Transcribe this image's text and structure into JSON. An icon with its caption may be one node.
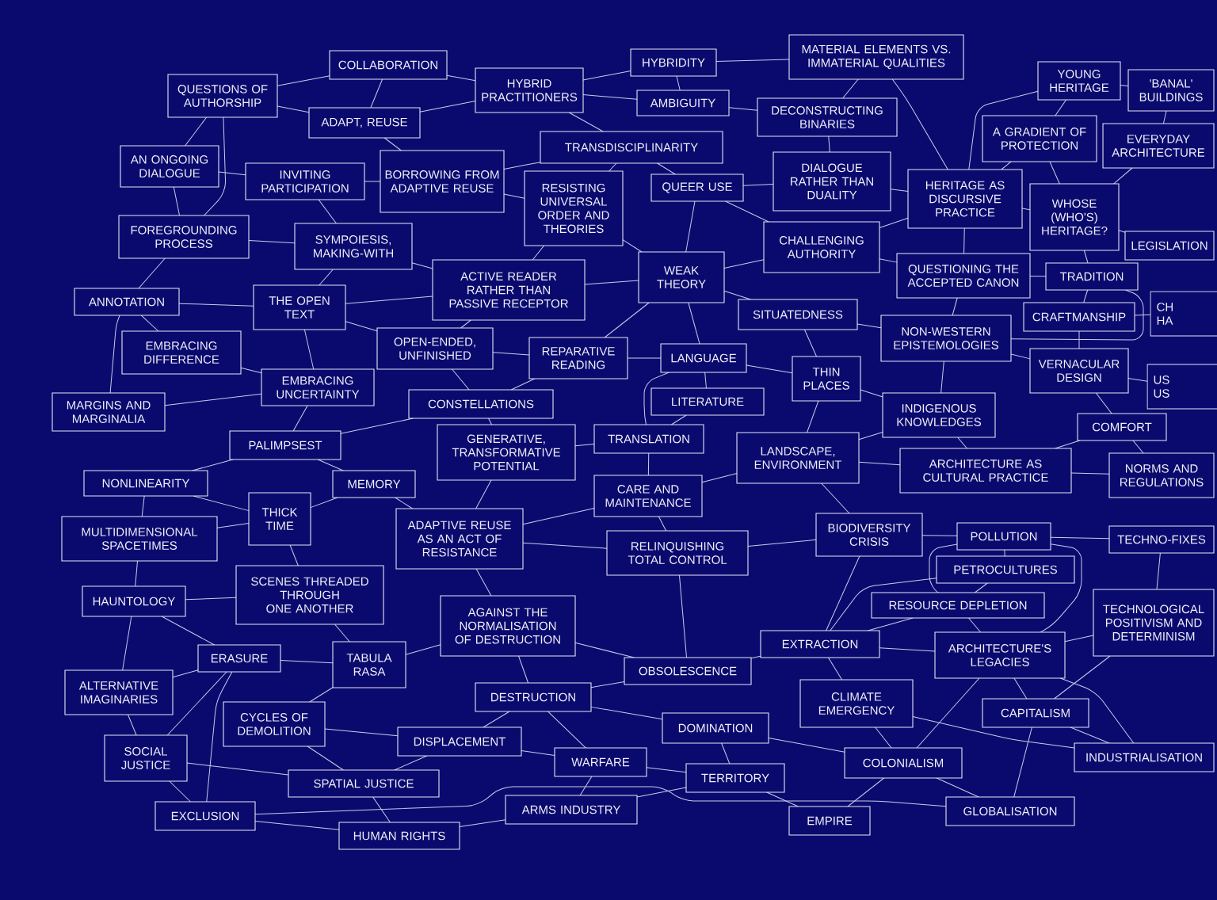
{
  "diagram": {
    "nodes": [
      {
        "text": [
          "COLLABORATION"
        ]
      },
      {
        "text": [
          "QUESTIONS OF AUTHORSHIP"
        ]
      },
      {
        "text": [
          "HYBRID PRACTITIONERS"
        ]
      },
      {
        "text": [
          "HYBRIDITY"
        ]
      },
      {
        "text": [
          "AMBIGUITY"
        ]
      },
      {
        "text": [
          "MATERIAL ELEMENTS VS. IMMATERIAL QUALITIES"
        ]
      },
      {
        "text": [
          "ADAPT, REUSE"
        ]
      },
      {
        "text": [
          "DECONSTRUCTING BINARIES"
        ]
      },
      {
        "text": [
          "YOUNG HERITAGE"
        ]
      },
      {
        "text": [
          "'BANAL' BUILDINGS"
        ]
      },
      {
        "text": [
          "AN ONGOING DIALOGUE"
        ]
      },
      {
        "text": [
          "INVITING PARTICIPATION"
        ]
      },
      {
        "text": [
          "BORROWING FROM ADAPTIVE REUSE"
        ]
      },
      {
        "text": [
          "TRANSDISCIPLINARITY"
        ]
      },
      {
        "text": [
          "RESISTING UNIVERSAL ORDER AND THEORIES"
        ]
      },
      {
        "text": [
          "QUEER USE"
        ]
      },
      {
        "text": [
          "DIALOGUE RATHER THAN DUALITY"
        ]
      },
      {
        "text": [
          "HERITAGE AS DISCURSIVE PRACTICE"
        ]
      },
      {
        "text": [
          "A GRADIENT OF PROTECTION"
        ]
      },
      {
        "text": [
          "EVERYDAY ARCHITECTURE"
        ]
      },
      {
        "text": [
          "WHOSE (WHO'S) HERITAGE?"
        ]
      },
      {
        "text": [
          "LEGISLATION"
        ]
      },
      {
        "text": [
          "FOREGROUNDING PROCESS"
        ]
      },
      {
        "text": [
          "SYMPOIESIS, MAKING-WITH"
        ]
      },
      {
        "text": [
          "CHALLENGING AUTHORITY"
        ]
      },
      {
        "text": [
          "QUESTIONING THE ACCEPTED CANON"
        ]
      },
      {
        "text": [
          "TRADITION"
        ]
      },
      {
        "text": [
          "ACTIVE READER RATHER THAN PASSIVE RECEPTOR"
        ]
      },
      {
        "text": [
          "WEAK THEORY"
        ]
      },
      {
        "text": [
          "ANNOTATION"
        ]
      },
      {
        "text": [
          "THE OPEN TEXT"
        ]
      },
      {
        "text": [
          "SITUATEDNESS"
        ]
      },
      {
        "text": [
          "NON-WESTERN EPISTEMOLOGIES"
        ]
      },
      {
        "text": [
          "CRAFTMANSHIP"
        ]
      },
      {
        "text": [
          "CH HA"
        ]
      },
      {
        "text": [
          "EMBRACING DIFFERENCE"
        ]
      },
      {
        "text": [
          "OPEN-ENDED, UNFINISHED"
        ]
      },
      {
        "text": [
          "REPARATIVE READING"
        ]
      },
      {
        "text": [
          "LANGUAGE"
        ]
      },
      {
        "text": [
          "THIN PLACES"
        ]
      },
      {
        "text": [
          "VERNACULAR DESIGN"
        ]
      },
      {
        "text": [
          "US US"
        ]
      },
      {
        "text": [
          "EMBRACING UNCERTAINTY"
        ]
      },
      {
        "text": [
          "MARGINS AND MARGINALIA"
        ]
      },
      {
        "text": [
          "CONSTELLATIONS"
        ]
      },
      {
        "text": [
          "LITERATURE"
        ]
      },
      {
        "text": [
          "INDIGENOUS KNOWLEDGES"
        ]
      },
      {
        "text": [
          "COMFORT"
        ]
      },
      {
        "text": [
          "PALIMPSEST"
        ]
      },
      {
        "text": [
          "GENERATIVE, TRANSFORMATIVE POTENTIAL"
        ]
      },
      {
        "text": [
          "TRANSLATION"
        ]
      },
      {
        "text": [
          "LANDSCAPE, ENVIRONMENT"
        ]
      },
      {
        "text": [
          "ARCHITECTURE AS CULTURAL PRACTICE"
        ]
      },
      {
        "text": [
          "NORMS AND REGULATIONS"
        ]
      },
      {
        "text": [
          "NONLINEARITY"
        ]
      },
      {
        "text": [
          "MEMORY"
        ]
      },
      {
        "text": [
          "THICK TIME"
        ]
      },
      {
        "text": [
          "MULTIDIMENSIONAL SPACETIMES"
        ]
      },
      {
        "text": [
          "ADAPTIVE REUSE AS AN ACT OF RESISTANCE"
        ]
      },
      {
        "text": [
          "CARE AND MAINTENANCE"
        ]
      },
      {
        "text": [
          "RELINQUISHING TOTAL CONTROL"
        ]
      },
      {
        "text": [
          "BIODIVERSITY CRISIS"
        ]
      },
      {
        "text": [
          "POLLUTION"
        ]
      },
      {
        "text": [
          "TECHNO-FIXES"
        ]
      },
      {
        "text": [
          "PETROCULTURES"
        ]
      },
      {
        "text": [
          "HAUNTOLOGY"
        ]
      },
      {
        "text": [
          "SCENES THREADED THROUGH ONE ANOTHER"
        ]
      },
      {
        "text": [
          "AGAINST THE NORMALISATION OF DESTRUCTION"
        ]
      },
      {
        "text": [
          "RESOURCE DEPLETION"
        ]
      },
      {
        "text": [
          "TECHNOLOGICAL POSITIVISM AND DETERMINISM"
        ]
      },
      {
        "text": [
          "EXTRACTION"
        ]
      },
      {
        "text": [
          "ARCHITECTURE'S LEGACIES"
        ]
      },
      {
        "text": [
          "ERASURE"
        ]
      },
      {
        "text": [
          "TABULA RASA"
        ]
      },
      {
        "text": [
          "ALTERNATIVE IMAGINARIES"
        ]
      },
      {
        "text": [
          "OBSOLESCENCE"
        ]
      },
      {
        "text": [
          "CLIMATE EMERGENCY"
        ]
      },
      {
        "text": [
          "DESTRUCTION"
        ]
      },
      {
        "text": [
          "CYCLES OF DEMOLITION"
        ]
      },
      {
        "text": [
          "DOMINATION"
        ]
      },
      {
        "text": [
          "CAPITALISM"
        ]
      },
      {
        "text": [
          "DISPLACEMENT"
        ]
      },
      {
        "text": [
          "SOCIAL JUSTICE"
        ]
      },
      {
        "text": [
          "WARFARE"
        ]
      },
      {
        "text": [
          "COLONIALISM"
        ]
      },
      {
        "text": [
          "INDUSTRIALISATION"
        ]
      },
      {
        "text": [
          "TERRITORY"
        ]
      },
      {
        "text": [
          "SPATIAL JUSTICE"
        ]
      },
      {
        "text": [
          "ARMS INDUSTRY"
        ]
      },
      {
        "text": [
          "EXCLUSION"
        ]
      },
      {
        "text": [
          "HUMAN RIGHTS"
        ]
      },
      {
        "text": [
          "EMPIRE"
        ]
      },
      {
        "text": [
          "GLOBALISATION"
        ]
      }
    ],
    "edges": [
      {
        "from": 1,
        "to": 0,
        "arrow": "none"
      },
      {
        "from": 1,
        "to": 6,
        "arrow": "none"
      },
      {
        "from": 1,
        "to": 10,
        "arrow": "none"
      },
      {
        "from": 1,
        "to": 22,
        "arrow": "none"
      },
      {
        "from": 0,
        "to": 2,
        "arrow": "none"
      },
      {
        "from": 0,
        "to": 6,
        "arrow": "none"
      },
      {
        "from": 2,
        "to": 3,
        "arrow": "none"
      },
      {
        "from": 2,
        "to": 4,
        "arrow": "none"
      },
      {
        "from": 2,
        "to": 13,
        "arrow": "none"
      },
      {
        "from": 6,
        "to": 12,
        "arrow": "none"
      },
      {
        "from": 6,
        "to": 2,
        "arrow": "none"
      },
      {
        "from": 10,
        "to": 11,
        "arrow": "none"
      },
      {
        "from": 10,
        "to": 22,
        "arrow": "none"
      },
      {
        "from": 11,
        "to": 12,
        "arrow": "none"
      },
      {
        "from": 11,
        "to": 23,
        "arrow": "none"
      },
      {
        "from": 12,
        "to": 13,
        "arrow": "none"
      },
      {
        "from": 12,
        "to": 14,
        "arrow": "none"
      },
      {
        "from": 22,
        "to": 23,
        "arrow": "none"
      },
      {
        "from": 22,
        "to": 29,
        "arrow": "none"
      },
      {
        "from": 29,
        "to": 30,
        "arrow": "none"
      },
      {
        "from": 29,
        "to": 35,
        "arrow": "none"
      },
      {
        "from": 23,
        "to": 27,
        "arrow": "none"
      },
      {
        "from": 23,
        "to": 30,
        "arrow": "none"
      },
      {
        "from": 30,
        "to": 27,
        "arrow": "none"
      },
      {
        "from": 30,
        "to": 36,
        "arrow": "none"
      },
      {
        "from": 30,
        "to": 42,
        "arrow": "none"
      },
      {
        "from": 35,
        "to": 42,
        "arrow": "none"
      },
      {
        "from": 43,
        "to": 42,
        "arrow": "none"
      },
      {
        "from": 43,
        "to": 29,
        "arrow": "none"
      },
      {
        "from": 42,
        "to": 48,
        "arrow": "none"
      },
      {
        "from": 36,
        "to": 27,
        "arrow": "none"
      },
      {
        "from": 36,
        "to": 37,
        "arrow": "none"
      },
      {
        "from": 36,
        "to": 44,
        "arrow": "none"
      },
      {
        "from": 27,
        "to": 28,
        "arrow": "none"
      },
      {
        "from": 27,
        "to": 14,
        "arrow": "none"
      },
      {
        "from": 14,
        "to": 13,
        "arrow": "none"
      },
      {
        "from": 14,
        "to": 28,
        "arrow": "none"
      },
      {
        "from": 13,
        "to": 15,
        "arrow": "none"
      },
      {
        "from": 3,
        "to": 4,
        "arrow": "none"
      },
      {
        "from": 3,
        "to": 5,
        "arrow": "none"
      },
      {
        "from": 4,
        "to": 7,
        "arrow": "none"
      },
      {
        "from": 5,
        "to": 7,
        "arrow": "none"
      },
      {
        "from": 5,
        "to": 17,
        "arrow": "none"
      },
      {
        "from": 7,
        "to": 16,
        "arrow": "none"
      },
      {
        "from": 15,
        "to": 28,
        "arrow": "none"
      },
      {
        "from": 15,
        "to": 16,
        "arrow": "none"
      },
      {
        "from": 15,
        "to": 24,
        "arrow": "none"
      },
      {
        "from": 16,
        "to": 17,
        "arrow": "none"
      },
      {
        "from": 24,
        "to": 17,
        "arrow": "none"
      },
      {
        "from": 24,
        "to": 28,
        "arrow": "none"
      },
      {
        "from": 24,
        "to": 25,
        "arrow": "none"
      },
      {
        "from": 17,
        "to": 18,
        "arrow": "none"
      },
      {
        "from": 17,
        "to": 20,
        "arrow": "none"
      },
      {
        "from": 17,
        "to": 25,
        "arrow": "none"
      },
      {
        "from": 8,
        "to": 18,
        "arrow": "none"
      },
      {
        "from": 8,
        "to": 9,
        "arrow": "none"
      },
      {
        "from": 8,
        "to": 17,
        "arrow": "none"
      },
      {
        "from": 9,
        "to": 19,
        "arrow": "none"
      },
      {
        "from": 18,
        "to": 20,
        "arrow": "none"
      },
      {
        "from": 19,
        "to": 20,
        "arrow": "none"
      },
      {
        "from": 20,
        "to": 21,
        "arrow": "none"
      },
      {
        "from": 20,
        "to": 26,
        "arrow": "none"
      },
      {
        "from": 25,
        "to": 26,
        "arrow": "none"
      },
      {
        "from": 25,
        "to": 32,
        "arrow": "none"
      },
      {
        "from": 26,
        "to": 33,
        "arrow": "none"
      },
      {
        "from": 26,
        "to": 32,
        "arrow": "none"
      },
      {
        "from": 33,
        "to": 40,
        "arrow": "none"
      },
      {
        "from": 33,
        "to": 34,
        "arrow": "none"
      },
      {
        "from": 40,
        "to": 41,
        "arrow": "none"
      },
      {
        "from": 40,
        "to": 47,
        "arrow": "none"
      },
      {
        "from": 40,
        "to": 32,
        "arrow": "none"
      },
      {
        "from": 32,
        "to": 46,
        "arrow": "none"
      },
      {
        "from": 32,
        "to": 31,
        "arrow": "none"
      },
      {
        "from": 31,
        "to": 28,
        "arrow": "none"
      },
      {
        "from": 31,
        "to": 39,
        "arrow": "none"
      },
      {
        "from": 28,
        "to": 38,
        "arrow": "none"
      },
      {
        "from": 28,
        "to": 37,
        "arrow": "none"
      },
      {
        "from": 37,
        "to": 38,
        "arrow": "none"
      },
      {
        "from": 37,
        "to": 44,
        "arrow": "none"
      },
      {
        "from": 38,
        "to": 45,
        "arrow": "none"
      },
      {
        "from": 38,
        "to": 39,
        "arrow": "none"
      },
      {
        "from": 45,
        "to": 50,
        "arrow": "none"
      },
      {
        "from": 38,
        "to": 50,
        "arrow": "none"
      },
      {
        "from": 39,
        "to": 51,
        "arrow": "none"
      },
      {
        "from": 39,
        "to": 46,
        "arrow": "none"
      },
      {
        "from": 46,
        "to": 52,
        "arrow": "none"
      },
      {
        "from": 46,
        "to": 51,
        "arrow": "none"
      },
      {
        "from": 47,
        "to": 52,
        "arrow": "none"
      },
      {
        "from": 47,
        "to": 53,
        "arrow": "none"
      },
      {
        "from": 52,
        "to": 53,
        "arrow": "none"
      },
      {
        "from": 52,
        "to": 51,
        "arrow": "none"
      },
      {
        "from": 44,
        "to": 49,
        "arrow": "none"
      },
      {
        "from": 44,
        "to": 48,
        "arrow": "none"
      },
      {
        "from": 48,
        "to": 55,
        "arrow": "none"
      },
      {
        "from": 48,
        "to": 54,
        "arrow": "none"
      },
      {
        "from": 49,
        "to": 58,
        "arrow": "none"
      },
      {
        "from": 49,
        "to": 50,
        "arrow": "none"
      },
      {
        "from": 50,
        "to": 59,
        "arrow": "none"
      },
      {
        "from": 51,
        "to": 59,
        "arrow": "none"
      },
      {
        "from": 51,
        "to": 61,
        "arrow": "none"
      },
      {
        "from": 54,
        "to": 56,
        "arrow": "none"
      },
      {
        "from": 54,
        "to": 57,
        "arrow": "none"
      },
      {
        "from": 55,
        "to": 56,
        "arrow": "none"
      },
      {
        "from": 55,
        "to": 58,
        "arrow": "none"
      },
      {
        "from": 56,
        "to": 57,
        "arrow": "none"
      },
      {
        "from": 56,
        "to": 66,
        "arrow": "none"
      },
      {
        "from": 57,
        "to": 65,
        "arrow": "none"
      },
      {
        "from": 65,
        "to": 66,
        "arrow": "none"
      },
      {
        "from": 65,
        "to": 74,
        "arrow": "none"
      },
      {
        "from": 65,
        "to": 72,
        "arrow": "none"
      },
      {
        "from": 66,
        "to": 73,
        "arrow": "none"
      },
      {
        "from": 58,
        "to": 67,
        "arrow": "none"
      },
      {
        "from": 58,
        "to": 60,
        "arrow": "none"
      },
      {
        "from": 58,
        "to": 59,
        "arrow": "none"
      },
      {
        "from": 59,
        "to": 60,
        "arrow": "none"
      },
      {
        "from": 60,
        "to": 75,
        "arrow": "none"
      },
      {
        "from": 60,
        "to": 61,
        "arrow": "none"
      },
      {
        "from": 61,
        "to": 62,
        "arrow": "none"
      },
      {
        "from": 61,
        "to": 70,
        "arrow": "none"
      },
      {
        "from": 62,
        "to": 63,
        "arrow": "none"
      },
      {
        "from": 62,
        "to": 64,
        "arrow": "none"
      },
      {
        "from": 62,
        "to": 68,
        "arrow": "none"
      },
      {
        "from": 62,
        "to": 71,
        "arrow": "none"
      },
      {
        "from": 64,
        "to": 68,
        "arrow": "none"
      },
      {
        "from": 64,
        "to": 70,
        "arrow": "none"
      },
      {
        "from": 68,
        "to": 70,
        "arrow": "none"
      },
      {
        "from": 68,
        "to": 71,
        "arrow": "none"
      },
      {
        "from": 63,
        "to": 69,
        "arrow": "none"
      },
      {
        "from": 69,
        "to": 71,
        "arrow": "none"
      },
      {
        "from": 69,
        "to": 80,
        "arrow": "none"
      },
      {
        "from": 70,
        "to": 71,
        "arrow": "none"
      },
      {
        "from": 70,
        "to": 76,
        "arrow": "none"
      },
      {
        "from": 70,
        "to": 75,
        "arrow": "none"
      },
      {
        "from": 71,
        "to": 80,
        "arrow": "none"
      },
      {
        "from": 71,
        "to": 84,
        "arrow": "none"
      },
      {
        "from": 71,
        "to": 85,
        "arrow": "none"
      },
      {
        "from": 76,
        "to": 84,
        "arrow": "none"
      },
      {
        "from": 76,
        "to": 85,
        "arrow": "none"
      },
      {
        "from": 80,
        "to": 85,
        "arrow": "none"
      },
      {
        "from": 80,
        "to": 92,
        "arrow": "none"
      },
      {
        "from": 84,
        "to": 92,
        "arrow": "none"
      },
      {
        "from": 84,
        "to": 91,
        "arrow": "none"
      },
      {
        "from": 91,
        "to": 86,
        "arrow": "none"
      },
      {
        "from": 86,
        "to": 83,
        "arrow": "none"
      },
      {
        "from": 86,
        "to": 79,
        "arrow": "none"
      },
      {
        "from": 79,
        "to": 77,
        "arrow": "none"
      },
      {
        "from": 79,
        "to": 84,
        "arrow": "none"
      },
      {
        "from": 75,
        "to": 67,
        "arrow": "none"
      },
      {
        "from": 75,
        "to": 77,
        "arrow": "none"
      },
      {
        "from": 67,
        "to": 77,
        "arrow": "none"
      },
      {
        "from": 67,
        "to": 73,
        "arrow": "none"
      },
      {
        "from": 77,
        "to": 81,
        "arrow": "none"
      },
      {
        "from": 77,
        "to": 83,
        "arrow": "none"
      },
      {
        "from": 81,
        "to": 83,
        "arrow": "none"
      },
      {
        "from": 81,
        "to": 87,
        "arrow": "none"
      },
      {
        "from": 83,
        "to": 88,
        "arrow": "none"
      },
      {
        "from": 88,
        "to": 86,
        "arrow": "none"
      },
      {
        "from": 72,
        "to": 73,
        "arrow": "none"
      },
      {
        "from": 72,
        "to": 74,
        "arrow": "none"
      },
      {
        "from": 72,
        "to": 82,
        "arrow": "none"
      },
      {
        "from": 72,
        "to": 89,
        "arrow": "none"
      },
      {
        "from": 73,
        "to": 78,
        "arrow": "none"
      },
      {
        "from": 78,
        "to": 87,
        "arrow": "none"
      },
      {
        "from": 74,
        "to": 82,
        "arrow": "none"
      },
      {
        "from": 82,
        "to": 87,
        "arrow": "none"
      },
      {
        "from": 82,
        "to": 89,
        "arrow": "none"
      },
      {
        "from": 89,
        "to": 90,
        "arrow": "none"
      },
      {
        "from": 87,
        "to": 90,
        "arrow": "none"
      },
      {
        "from": 90,
        "to": 88,
        "arrow": "none"
      },
      {
        "from": 78,
        "to": 81,
        "arrow": "none"
      },
      {
        "from": 89,
        "to": 92,
        "arrow": "none"
      }
    ]
  }
}
